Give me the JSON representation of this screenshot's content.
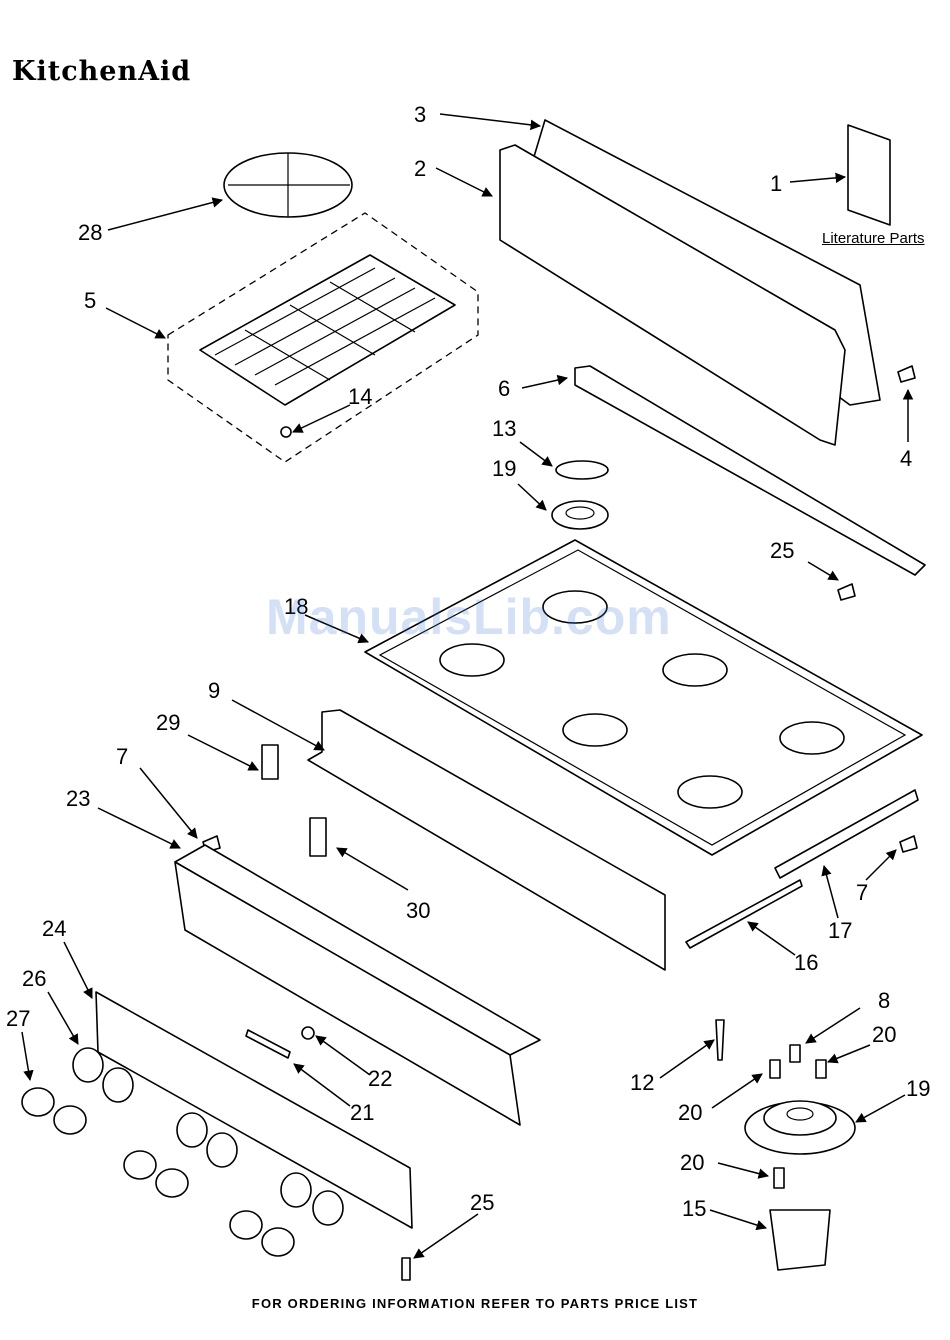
{
  "brand": "KitchenAid",
  "literature_label": "Literature Parts",
  "watermark": "ManualsLib.com",
  "footer": "FOR ORDERING INFORMATION REFER TO PARTS PRICE LIST",
  "callouts": {
    "c1": "1",
    "c2": "2",
    "c3": "3",
    "c4": "4",
    "c5": "5",
    "c6": "6",
    "c7a": "7",
    "c7b": "7",
    "c8": "8",
    "c9": "9",
    "c12": "12",
    "c13": "13",
    "c14": "14",
    "c15": "15",
    "c16": "16",
    "c17": "17",
    "c18": "18",
    "c19a": "19",
    "c19b": "19",
    "c20a": "20",
    "c20b": "20",
    "c20c": "20",
    "c21": "21",
    "c22": "22",
    "c23": "23",
    "c24": "24",
    "c25a": "25",
    "c25b": "25",
    "c26": "26",
    "c27": "27",
    "c28": "28",
    "c29": "29",
    "c30": "30"
  }
}
